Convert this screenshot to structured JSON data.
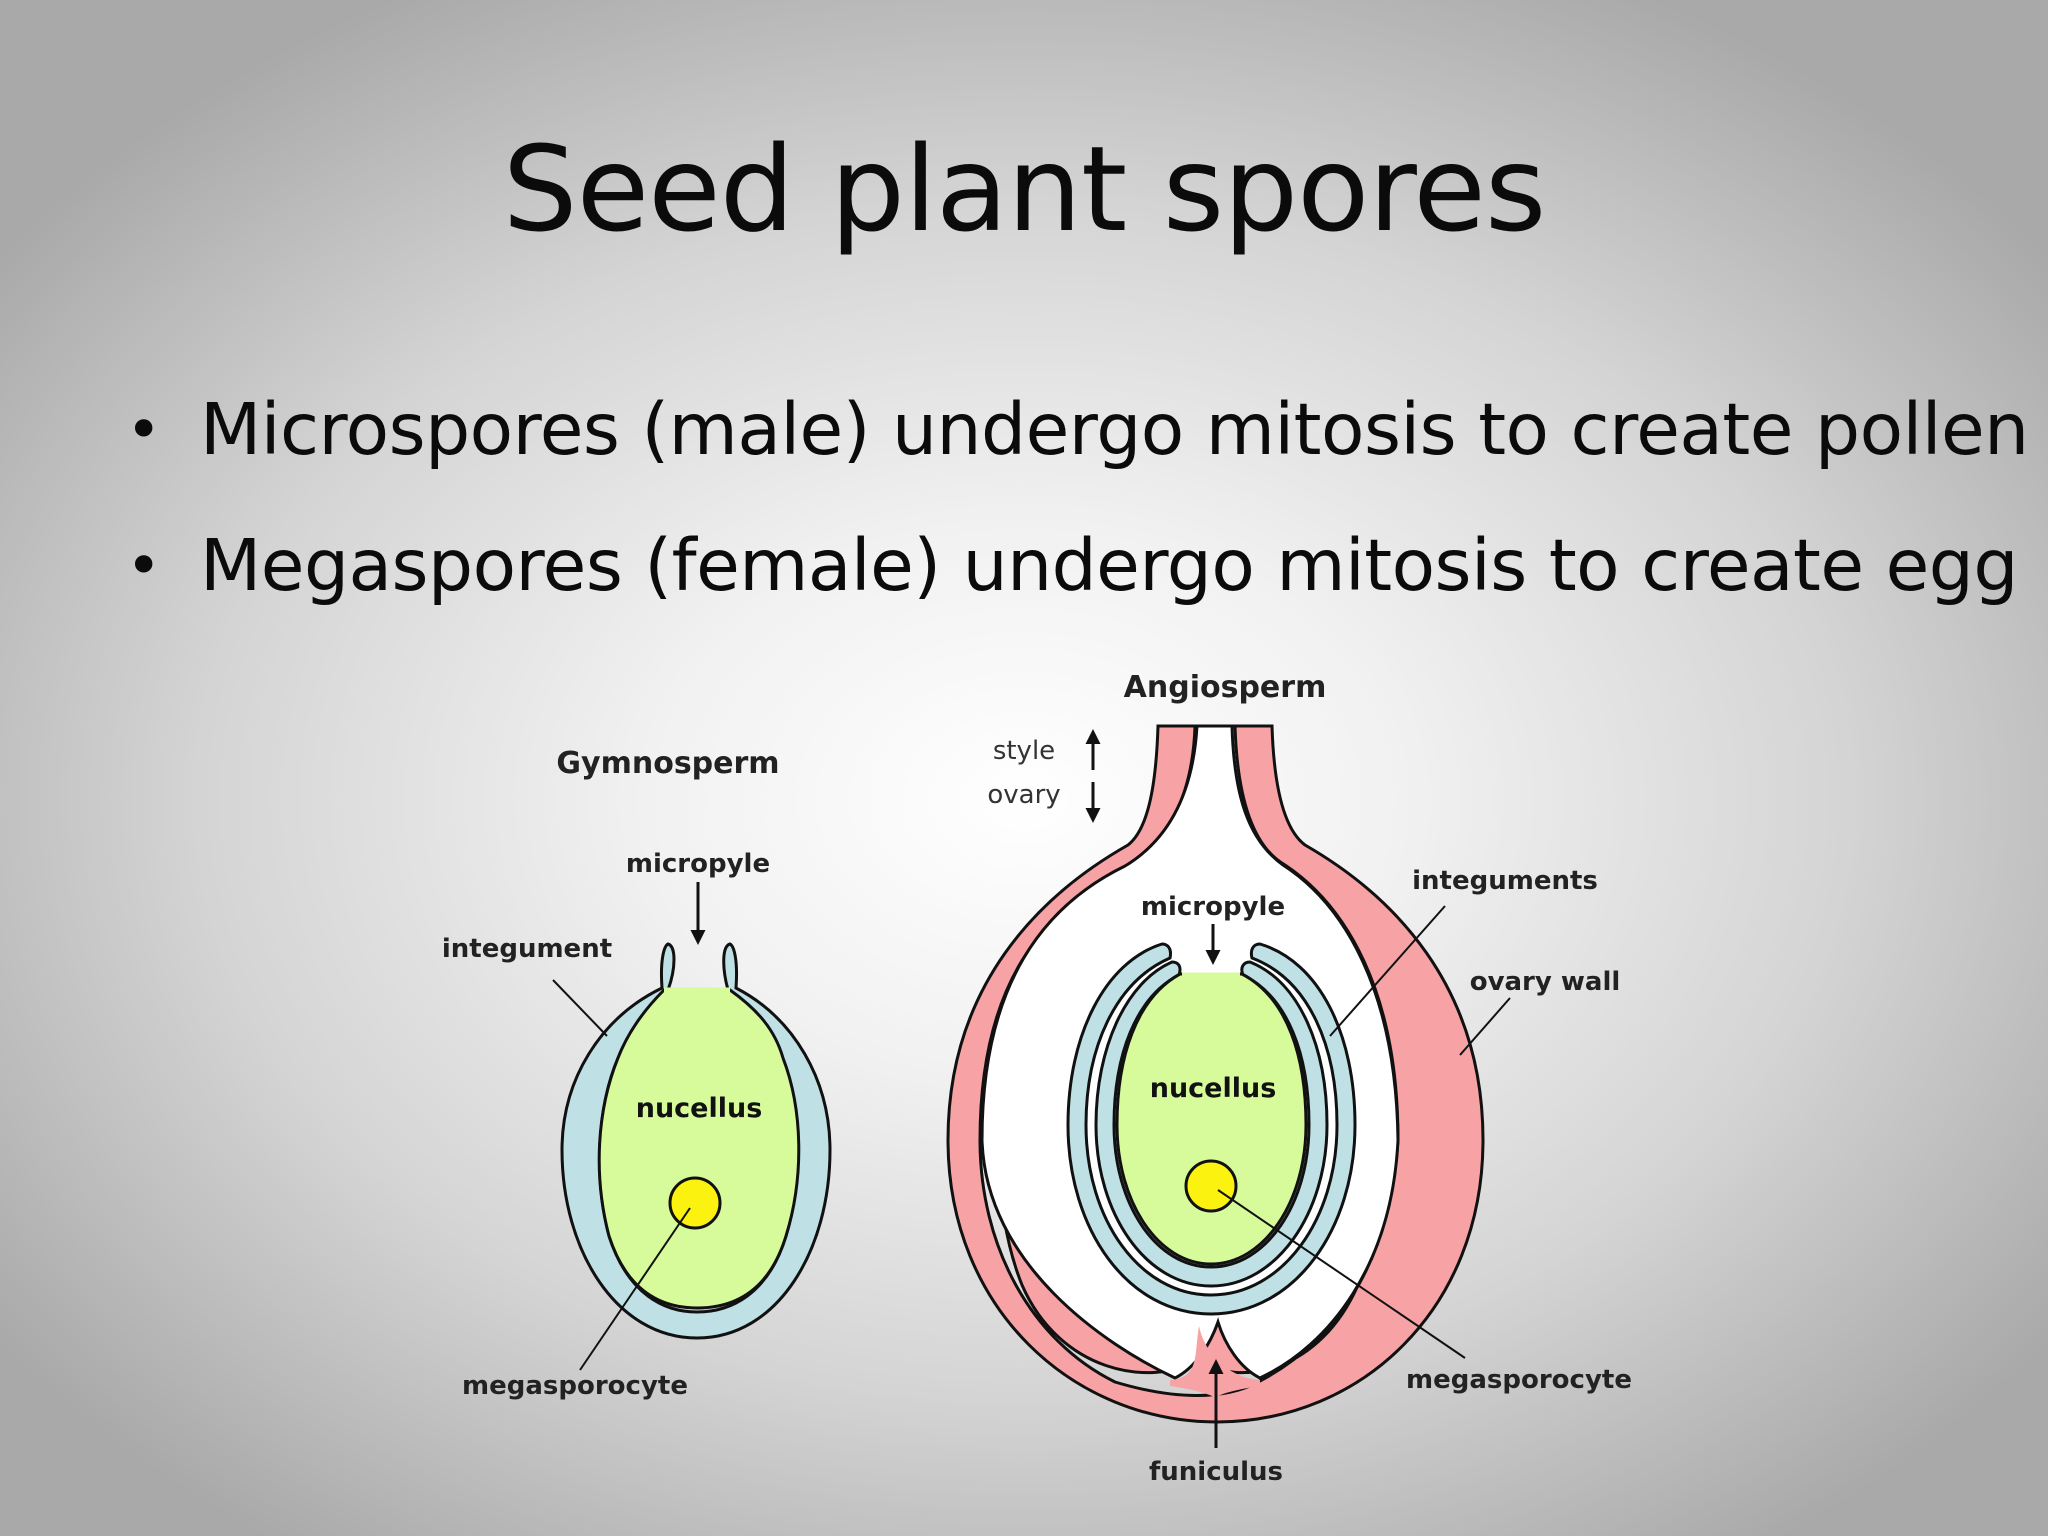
{
  "slide": {
    "title": "Seed plant spores",
    "bullets": [
      "Microspores (male) undergo mitosis to create pollen",
      "Megaspores (female) undergo mitosis to create egg"
    ]
  },
  "diagram": {
    "gymnosperm": {
      "title": "Gymnosperm",
      "labels": {
        "micropyle": "micropyle",
        "integument": "integument",
        "nucellus": "nucellus",
        "megasporocyte": "megasporocyte"
      }
    },
    "angiosperm": {
      "title": "Angiosperm",
      "labels": {
        "style": "style",
        "ovary": "ovary",
        "micropyle": "micropyle",
        "integuments": "integuments",
        "ovary_wall": "ovary wall",
        "nucellus": "nucellus",
        "megasporocyte": "megasporocyte",
        "funiculus": "funiculus"
      }
    },
    "colors": {
      "nucellus": "#d7fa9a",
      "integument": "#bfe1e6",
      "ovary_wall": "#f7a3a6",
      "megasporocyte": "#fbf210"
    }
  }
}
